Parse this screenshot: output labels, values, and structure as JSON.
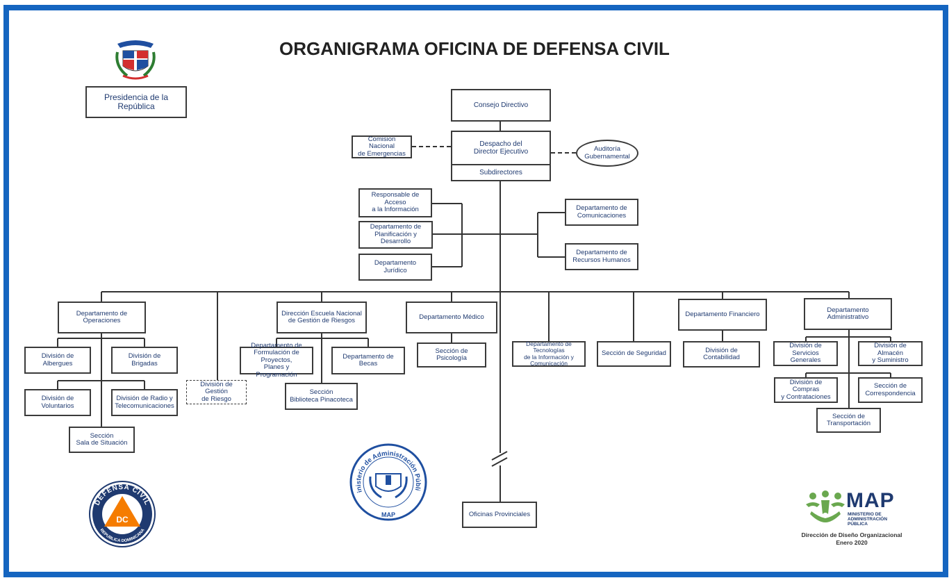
{
  "title": "ORGANIGRAMA OFICINA DE DEFENSA CIVIL",
  "colors": {
    "frame": "#1565c0",
    "box_text": "#1f3a70",
    "map_green": "#6aa84f",
    "map_blue": "#1f3a70",
    "dc_orange": "#f57c00"
  },
  "icons": {
    "coat_of_arms": "coat-of-arms-icon",
    "defensa_civil_logo": "defensa-civil-logo",
    "map_seal": "map-seal-logo",
    "map_logo": "map-logo"
  },
  "nodes": {
    "presidencia": "Presidencia de la República",
    "consejo": "Consejo Directivo",
    "despacho": "Despacho del\nDirector Ejecutivo",
    "subdirectores": "Subdirectores",
    "comision": "Comision Nacional\nde Emergencias",
    "auditoria": "Auditoría\nGubernamental",
    "acceso_info": "Responsable de Acceso\na la Información",
    "planificacion": "Departamento de\nPlanificación y\nDesarrollo",
    "juridico": "Departamento Jurídico",
    "comunicaciones": "Departamento de\nComunicaciones",
    "rrhh": "Departamento de\nRecursos Humanos",
    "operaciones": "Departamento de\nOperaciones",
    "albergues": "División de Albergues",
    "brigadas": "División de Brigadas",
    "voluntarios": "División de Voluntarios",
    "radio": "División de Radio y\nTelecomunicaciones",
    "sala": "Sección\nSala de Situación",
    "gestion_riesgo": "División de Gestión\nde Riesgo",
    "escuela": "Dirección Escuela Nacional\nde Gestión de Riesgos",
    "formulacion": "Departamento de\nFormulación de Proyectos,\nPlanes y Programación",
    "becas": "Departamento de Becas",
    "biblioteca": "Sección\nBiblioteca Pinacoteca",
    "medico": "Departamento Médico",
    "psicologia": "Sección de\nPsicología",
    "tic": "Departamento de Tecnologías\nde la Información y\nComunicación",
    "seguridad": "Sección de Seguridad",
    "financiero": "Departamento Financiero",
    "contabilidad": "División de Contabilidad",
    "administrativo": "Departamento\nAdministrativo",
    "servicios": "División de Servicios\nGenerales",
    "almacen": "División de Almacén\ny Suministro",
    "compras": "División de Compras\ny Contrataciones",
    "correspondencia": "Sección de\nCorrespondencia",
    "transportacion": "Sección de\nTransportación",
    "provinciales": "Oficinas Provinciales"
  },
  "logos": {
    "dc_top": "DEFENSA CIVIL",
    "dc_bottom": "REPUBLICA DOMINICANA",
    "dc_initials": "DC",
    "map_seal_ring": "Ministerio de Administración Pública",
    "map_seal_bottom": "MAP",
    "map_brand": "MAP",
    "map_brand_sub": "MINISTERIO DE\nADMINISTRACIÓN\nPÚBLICA"
  },
  "footer": {
    "line1": "Dirección de Diseño Organizacional",
    "line2": "Enero 2020"
  }
}
